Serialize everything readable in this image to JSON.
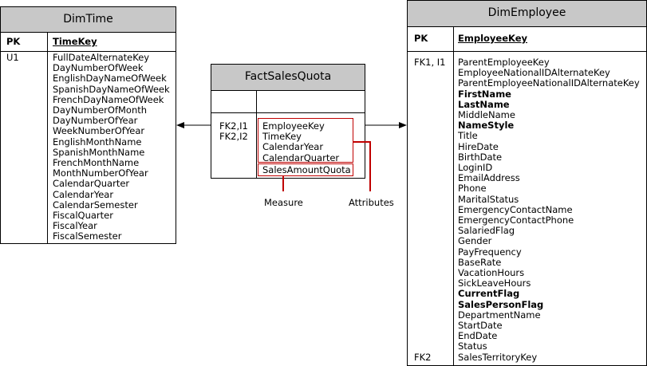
{
  "dim_time": {
    "title": "DimTime",
    "pk_label": "PK",
    "pk_name": "TimeKey",
    "key_label": "U1",
    "columns": [
      "FullDateAlternateKey",
      "DayNumberOfWeek",
      "EnglishDayNameOfWeek",
      "SpanishDayNameOfWeek",
      "FrenchDayNameOfWeek",
      "DayNumberOfMonth",
      "DayNumberOfYear",
      "WeekNumberOfYear",
      "EnglishMonthName",
      "SpanishMonthName",
      "FrenchMonthName",
      "MonthNumberOfYear",
      "CalendarQuarter",
      "CalendarYear",
      "CalendarSemester",
      "FiscalQuarter",
      "FiscalYear",
      "FiscalSemester"
    ]
  },
  "fact_sales_quota": {
    "title": "FactSalesQuota",
    "key_labels": [
      "FK2,I1",
      "FK2,I2"
    ],
    "attributes": [
      "EmployeeKey",
      "TimeKey",
      "CalendarYear",
      "CalendarQuarter"
    ],
    "measure": "SalesAmountQuota",
    "measure_label": "Measure",
    "attributes_label": "Attributes"
  },
  "dim_employee": {
    "title": "DimEmployee",
    "pk_label": "PK",
    "pk_name": "EmployeeKey",
    "key_label_top": "FK1, I1",
    "key_label_bottom": "FK2",
    "columns": [
      {
        "name": "ParentEmployeeKey",
        "bold": false
      },
      {
        "name": "EmployeeNationalIDAlternateKey",
        "bold": false
      },
      {
        "name": "ParentEmployeeNationalIDAlternateKey",
        "bold": false
      },
      {
        "name": "FirstName",
        "bold": true
      },
      {
        "name": "LastName",
        "bold": true
      },
      {
        "name": "MiddleName",
        "bold": false
      },
      {
        "name": "NameStyle",
        "bold": true
      },
      {
        "name": "Title",
        "bold": false
      },
      {
        "name": "HireDate",
        "bold": false
      },
      {
        "name": "BirthDate",
        "bold": false
      },
      {
        "name": "LoginID",
        "bold": false
      },
      {
        "name": "EmailAddress",
        "bold": false
      },
      {
        "name": "Phone",
        "bold": false
      },
      {
        "name": "MaritalStatus",
        "bold": false
      },
      {
        "name": "EmergencyContactName",
        "bold": false
      },
      {
        "name": "EmergencyContactPhone",
        "bold": false
      },
      {
        "name": "SalariedFlag",
        "bold": false
      },
      {
        "name": "Gender",
        "bold": false
      },
      {
        "name": "PayFrequency",
        "bold": false
      },
      {
        "name": "BaseRate",
        "bold": false
      },
      {
        "name": "VacationHours",
        "bold": false
      },
      {
        "name": "SickLeaveHours",
        "bold": false
      },
      {
        "name": "CurrentFlag",
        "bold": true
      },
      {
        "name": "SalesPersonFlag",
        "bold": true
      },
      {
        "name": "DepartmentName",
        "bold": false
      },
      {
        "name": "StartDate",
        "bold": false
      },
      {
        "name": "EndDate",
        "bold": false
      },
      {
        "name": "Status",
        "bold": false
      },
      {
        "name": "SalesTerritoryKey",
        "bold": false
      }
    ]
  }
}
